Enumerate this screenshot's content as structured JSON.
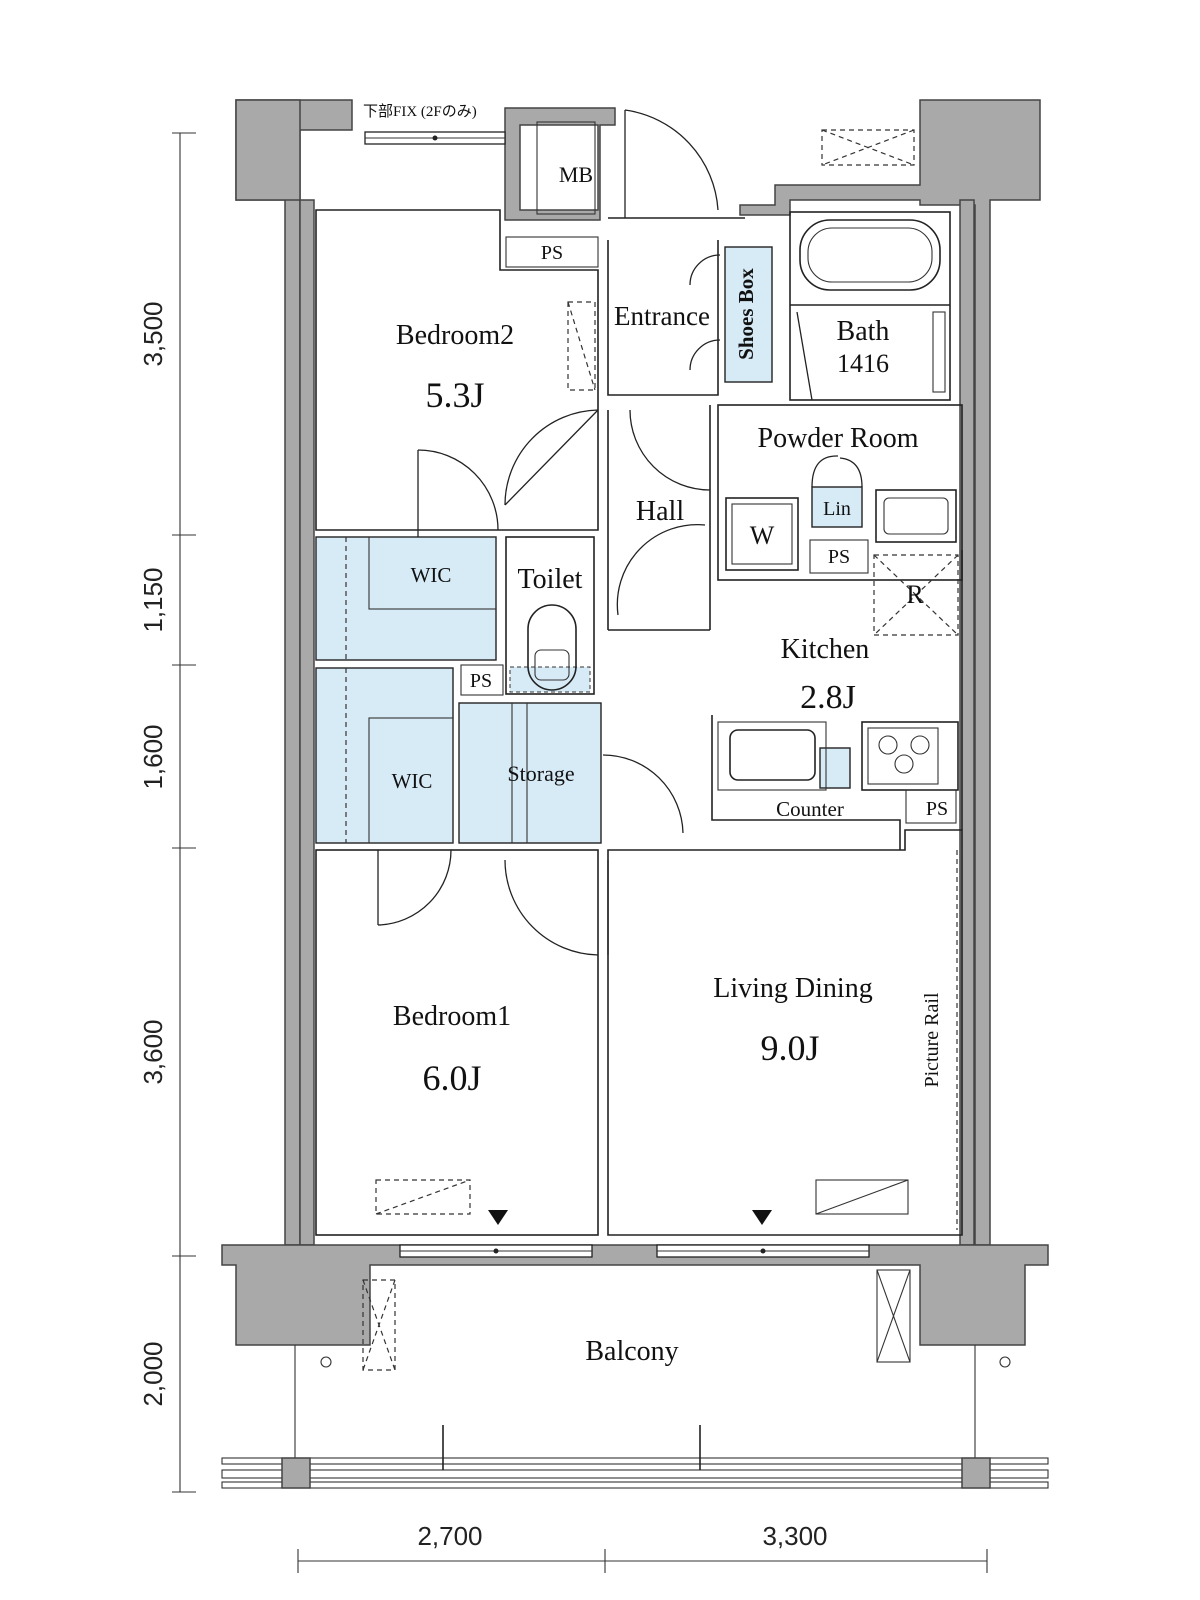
{
  "rooms": {
    "bedroom2": {
      "name": "Bedroom2",
      "size": "5.3J"
    },
    "bedroom1": {
      "name": "Bedroom1",
      "size": "6.0J"
    },
    "living": {
      "name": "Living Dining",
      "size": "9.0J"
    },
    "kitchen": {
      "name": "Kitchen",
      "size": "2.8J"
    },
    "entrance": "Entrance",
    "shoes_box": "Shoes Box",
    "bath": {
      "name": "Bath",
      "size": "1416"
    },
    "powder_room": "Powder Room",
    "hall": "Hall",
    "toilet": "Toilet",
    "wic_upper": "WIC",
    "wic_lower": "WIC",
    "storage": "Storage",
    "balcony": "Balcony",
    "mb": "MB",
    "washer": "W",
    "linen": "Lin",
    "refrigerator": "R",
    "counter": "Counter",
    "picture_rail": "Picture Rail",
    "fix_note": "下部FIX (2Fのみ)",
    "ps_labels": [
      "PS",
      "PS",
      "PS",
      "PS"
    ]
  },
  "dimensions": {
    "vertical": [
      "3,500",
      "1,150",
      "1,600",
      "3,600",
      "2,000"
    ],
    "horizontal": [
      "2,700",
      "3,300"
    ]
  },
  "colors": {
    "wall_fill": "#a9a9a9",
    "storage_blue": "#d7ebf7",
    "line": "#222222"
  }
}
